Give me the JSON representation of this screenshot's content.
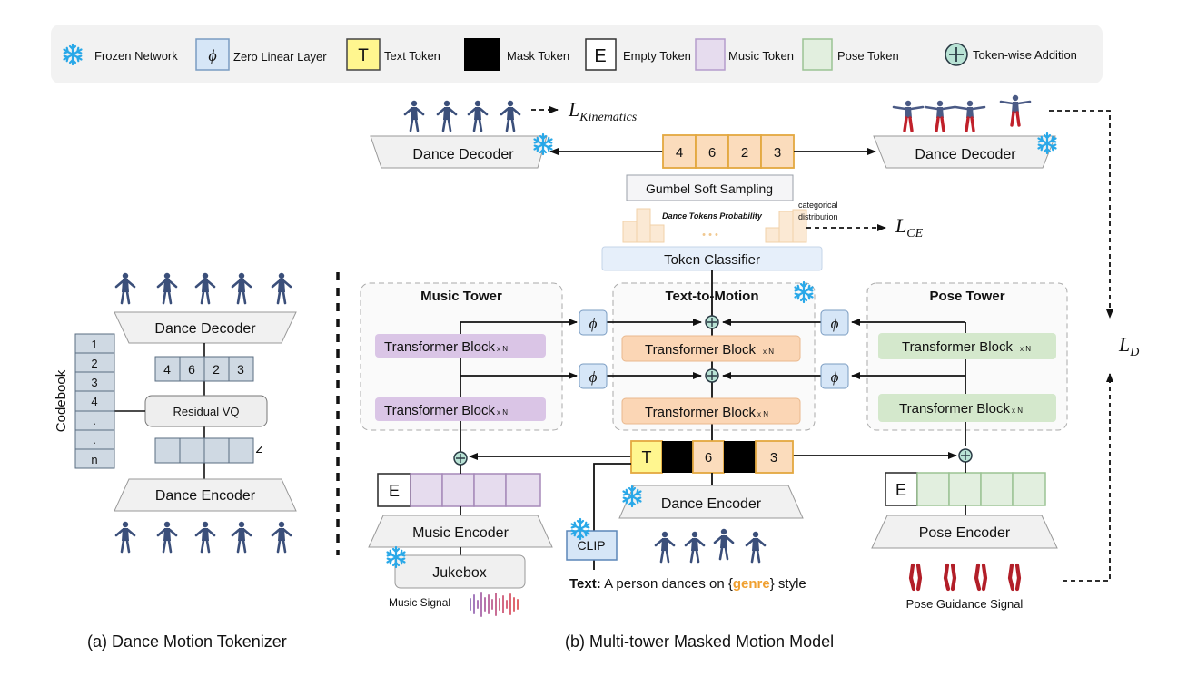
{
  "legend": {
    "items": [
      {
        "icon": "snowflake-icon",
        "label": "Frozen Network"
      },
      {
        "icon": "phi",
        "glyph": "ϕ",
        "label": "Zero Linear Layer"
      },
      {
        "icon": "text-token",
        "glyph": "T",
        "label": "Text Token"
      },
      {
        "icon": "mask-token",
        "glyph": "",
        "label": "Mask Token"
      },
      {
        "icon": "empty-token",
        "glyph": "E",
        "label": "Empty Token"
      },
      {
        "icon": "music-token",
        "glyph": "",
        "label": "Music Token"
      },
      {
        "icon": "pose-token",
        "glyph": "",
        "label": "Pose Token"
      },
      {
        "icon": "plus-circle-icon",
        "glyph": "+",
        "label": "Token-wise Addition"
      }
    ]
  },
  "colors": {
    "phi_fill": "#d6e6f7",
    "phi_stroke": "#7a9cc2",
    "text_token": "#fff68f",
    "mask_token": "#000000",
    "music_token": "#e6dcee",
    "music_stroke": "#a689b9",
    "pose_token": "#e2efdf",
    "pose_stroke": "#9bc394",
    "dance_token": "#fbdcbc",
    "dance_stroke": "#e3a840",
    "plus_fill": "#b9e3d5",
    "snowflake": "#29a8e8",
    "genre": "#f0a030",
    "tokenizer_cell": "#cfd9e3"
  },
  "tokenizer": {
    "decoder_label": "Dance Decoder",
    "encoder_label": "Dance Encoder",
    "codebook_label": "Codebook",
    "codebook_entries": [
      "1",
      "2",
      "3",
      "4",
      ".",
      ".",
      "n"
    ],
    "tokens": [
      "4",
      "6",
      "2",
      "3"
    ],
    "rvq_label": "Residual VQ",
    "z_label": "z",
    "caption": "(a) Dance Motion Tokenizer"
  },
  "model": {
    "top": {
      "left_decoder_label": "Dance Decoder",
      "right_decoder_label": "Dance Decoder",
      "tokens": [
        "4",
        "6",
        "2",
        "3"
      ],
      "kinematics_loss": "L",
      "kinematics_sub": "Kinematics",
      "gumbel_label": "Gumbel Soft Sampling",
      "probability_label": "Dance Tokens Probability",
      "categorical_line1": "categorical",
      "categorical_line2": "distribution",
      "ce_loss": "L",
      "ce_sub": "CE",
      "dots": "• • •",
      "token_classifier_label": "Token Classifier",
      "d_loss": "L",
      "d_sub": "D"
    },
    "music_tower": {
      "title": "Music Tower",
      "block_label": "Transformer Block",
      "multiplier": "x N",
      "empty_token": "E",
      "encoder_label": "Music Encoder",
      "jukebox_label": "Jukebox",
      "signal_label": "Music Signal"
    },
    "text_to_motion": {
      "title": "Text-to-Motion",
      "block_label": "Transformer Block",
      "multiplier": "x N",
      "input_tokens": [
        {
          "type": "text",
          "label": "T"
        },
        {
          "type": "mask",
          "label": ""
        },
        {
          "type": "dance",
          "label": "6"
        },
        {
          "type": "mask",
          "label": ""
        },
        {
          "type": "dance",
          "label": "3"
        }
      ],
      "encoder_label": "Dance Encoder",
      "clip_label": "CLIP",
      "text_prefix": "Text:",
      "text_before": " A person dances on {",
      "text_genre": "genre",
      "text_after": "} style"
    },
    "pose_tower": {
      "title": "Pose Tower",
      "block_label": "Transformer Block",
      "multiplier": "x N",
      "empty_token": "E",
      "encoder_label": "Pose Encoder",
      "signal_label": "Pose Guidance Signal"
    },
    "phi_glyph": "ϕ",
    "caption": "(b) Multi-tower Masked Motion Model"
  }
}
